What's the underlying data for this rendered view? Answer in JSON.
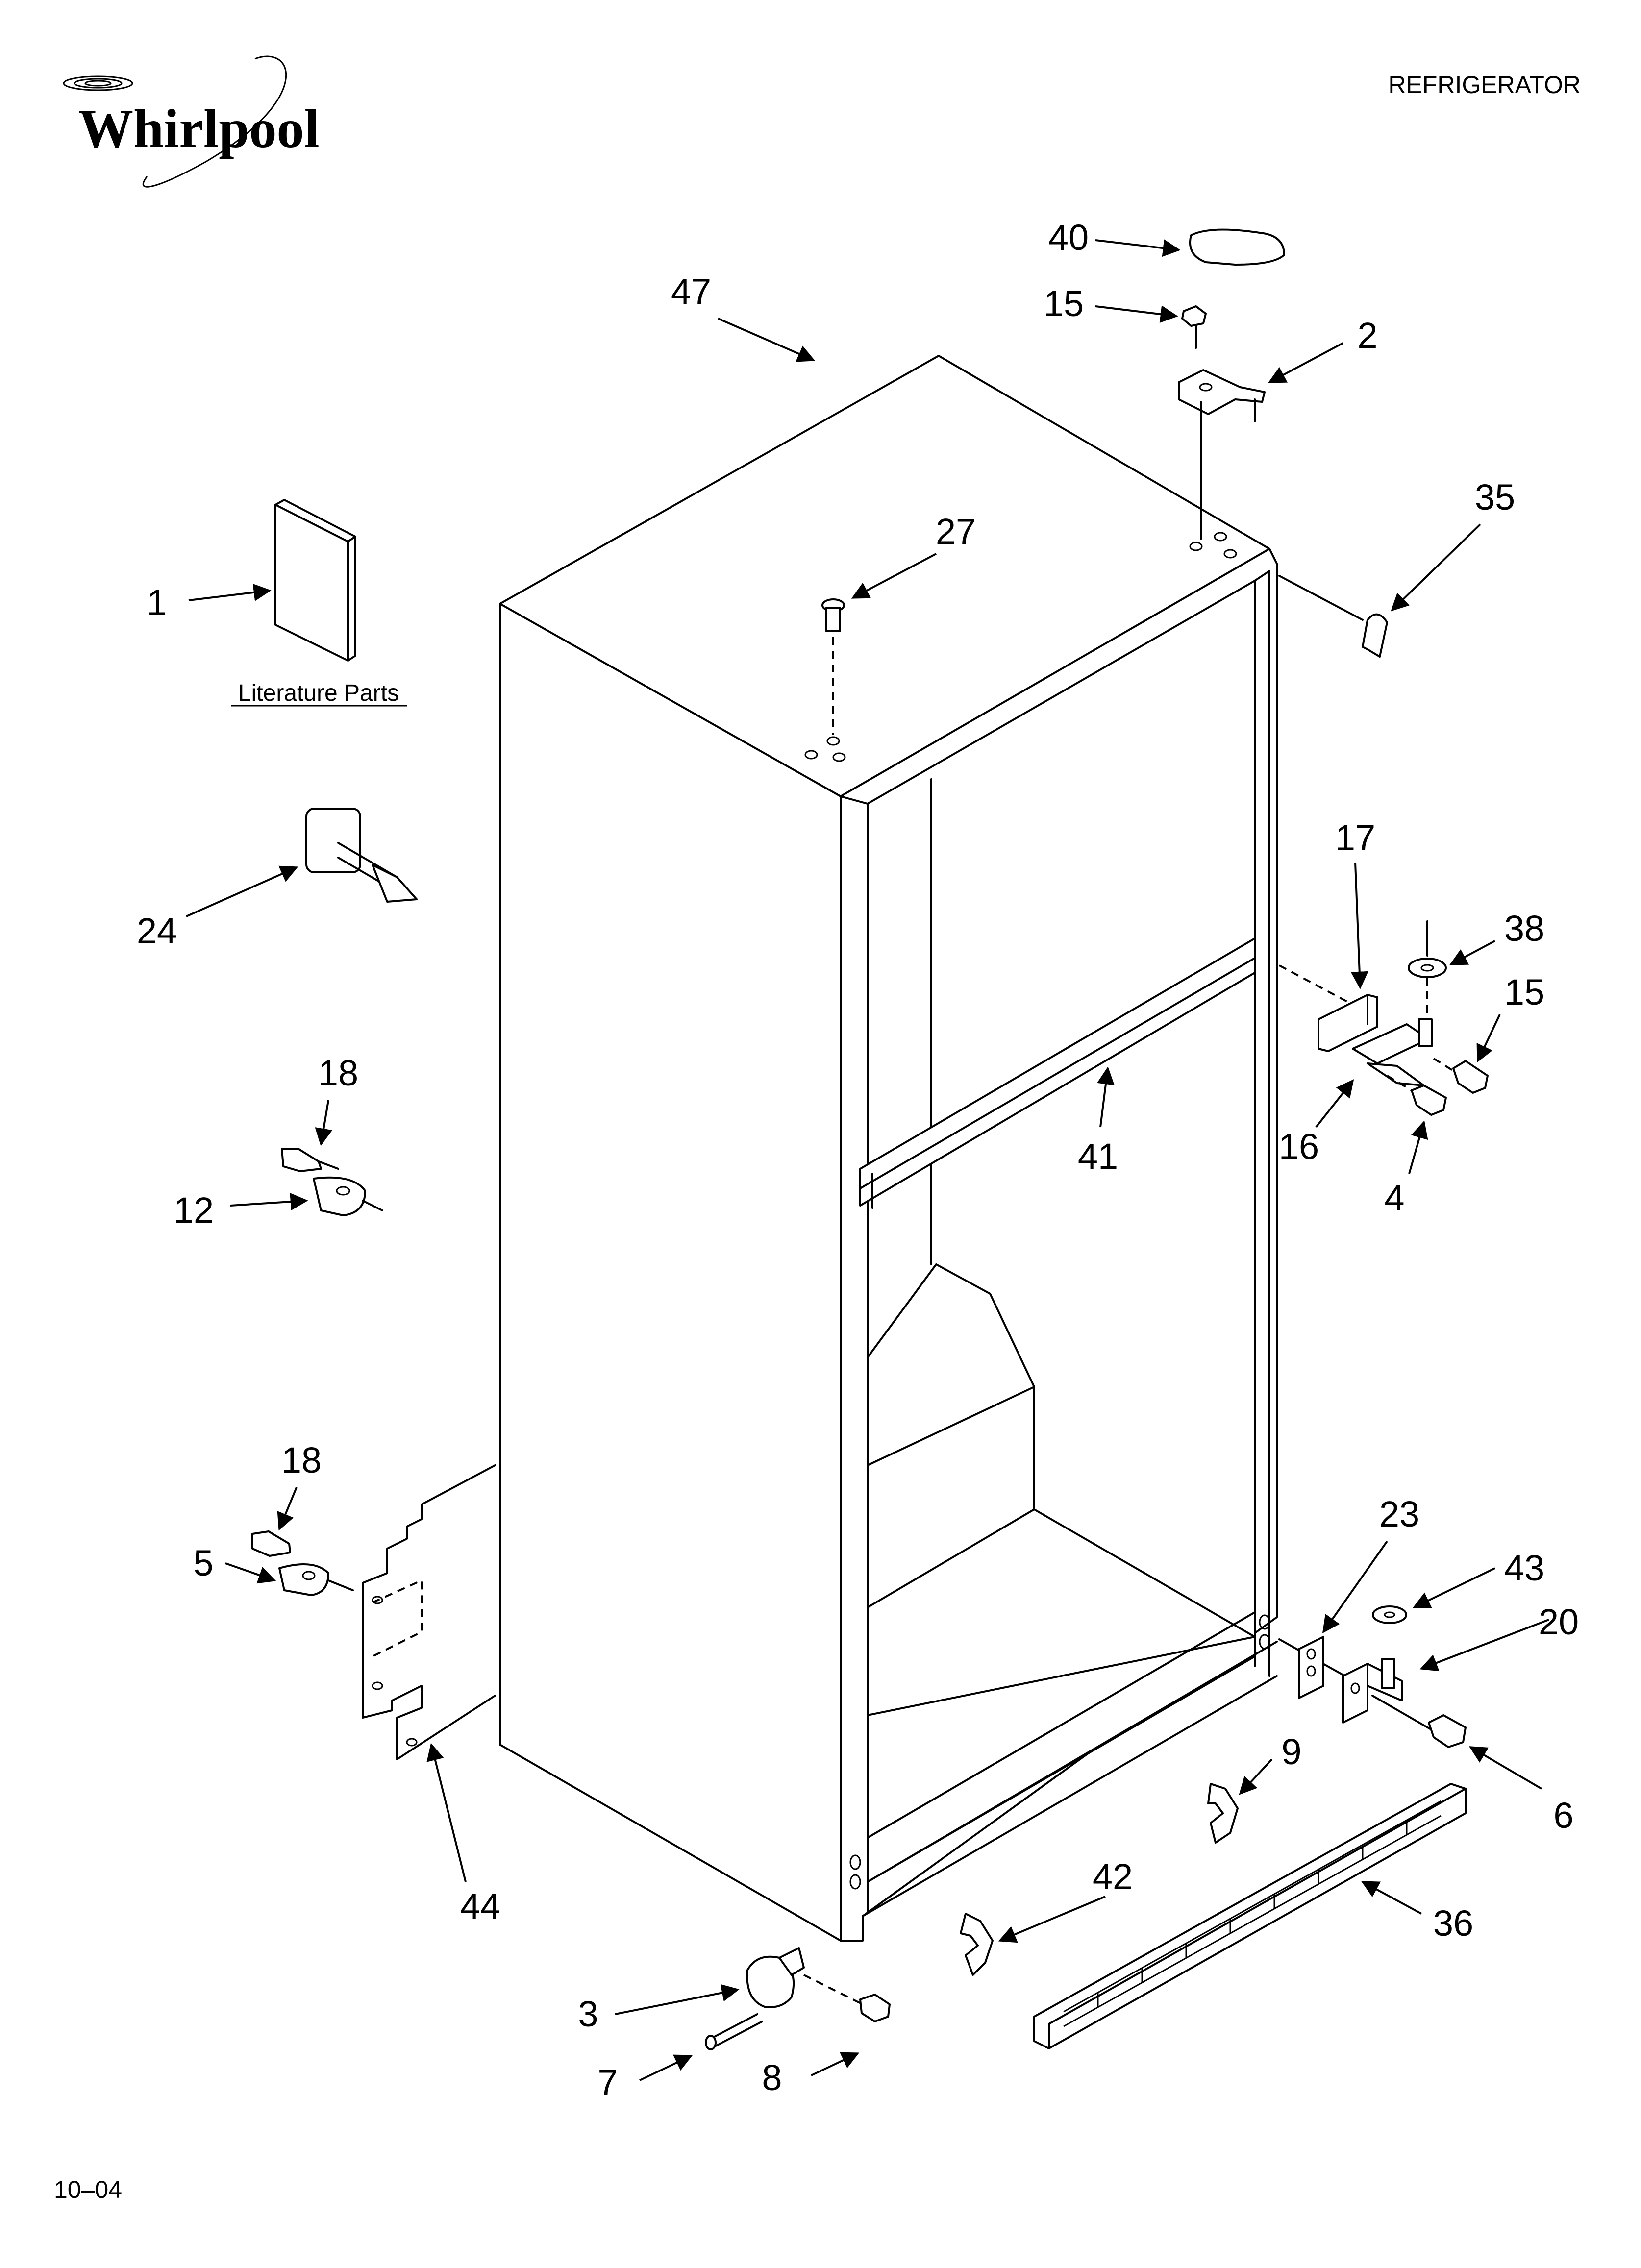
{
  "brand": "Whirlpool",
  "header_title": "REFRIGERATOR",
  "literature_label": "Literature Parts",
  "footer_code": "10–04",
  "callouts": {
    "c47": "47",
    "c40": "40",
    "c15a": "15",
    "c2": "2",
    "c35": "35",
    "c27": "27",
    "c1": "1",
    "c24": "24",
    "c17": "17",
    "c38": "38",
    "c15b": "15",
    "c16": "16",
    "c4": "4",
    "c41": "41",
    "c18a": "18",
    "c12": "12",
    "c18b": "18",
    "c5": "5",
    "c44": "44",
    "c23": "23",
    "c43": "43",
    "c20": "20",
    "c6": "6",
    "c9": "9",
    "c42": "42",
    "c36": "36",
    "c3": "3",
    "c7": "7",
    "c8": "8"
  }
}
